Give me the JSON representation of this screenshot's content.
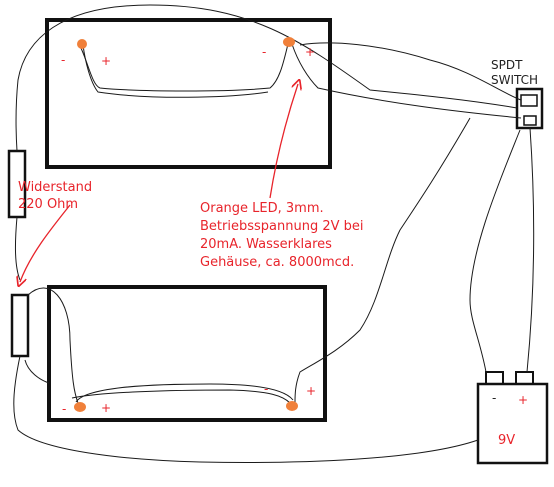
{
  "colors": {
    "background": "#ffffff",
    "wire": "#1a1a1a",
    "annotation": "#e8242b",
    "led": "#f0803a"
  },
  "labels": {
    "switch_line1": "SPDT",
    "switch_line2": "SWITCH",
    "resistor_line1": "Widerstand",
    "resistor_line2": "220 Ohm",
    "led_note_line1": "Orange LED, 3mm.",
    "led_note_line2": "Betriebsspannung 2V bei",
    "led_note_line3": "20mA. Wasserklares",
    "led_note_line4": "Gehäuse, ca. 8000mcd.",
    "battery": "9V"
  },
  "polarity": {
    "minus": "-",
    "plus": "+"
  }
}
